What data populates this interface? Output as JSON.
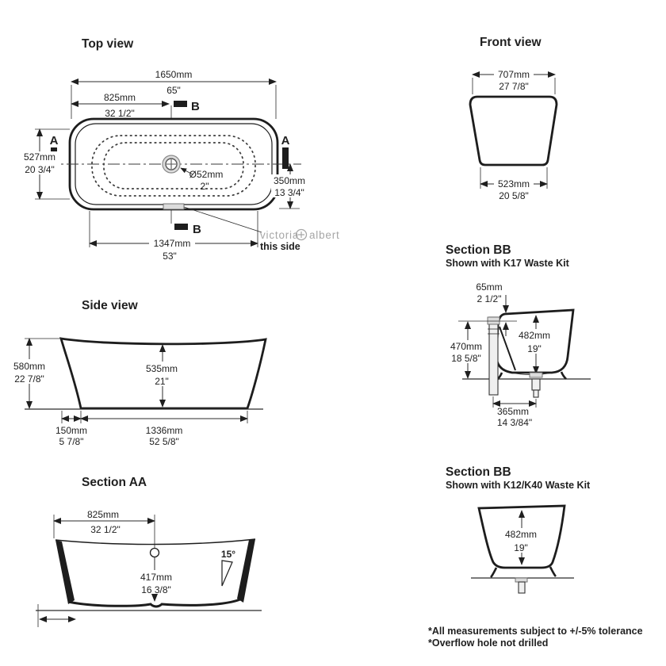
{
  "brand": {
    "victoria": "victoria",
    "albert": "albert",
    "this_side": "this side"
  },
  "views": {
    "top": {
      "title": "Top view",
      "a_label": "A",
      "b_label": "B",
      "dims": {
        "len_mm": "1650mm",
        "len_in": "65\"",
        "half_mm": "825mm",
        "half_in": "32 1/2\"",
        "width_mm": "527mm",
        "width_in": "20 3/4\"",
        "offset_mm": "350mm",
        "offset_in": "13 3/4\"",
        "drain_mm": "Ø52mm",
        "drain_in": "2\"",
        "base_mm": "1347mm",
        "base_in": "53\""
      }
    },
    "front": {
      "title": "Front view",
      "dims": {
        "top_mm": "707mm",
        "top_in": "27 7/8\"",
        "base_mm": "523mm",
        "base_in": "20 5/8\""
      }
    },
    "side": {
      "title": "Side view",
      "dims": {
        "height_mm": "580mm",
        "height_in": "22 7/8\"",
        "inner_mm": "535mm",
        "inner_in": "21\"",
        "toe_mm": "150mm",
        "toe_in": "5 7/8\"",
        "base_mm": "1336mm",
        "base_in": "52 5/8\""
      }
    },
    "section_aa": {
      "title": "Section AA",
      "dims": {
        "center_mm": "825mm",
        "center_in": "32 1/2\"",
        "depth_mm": "417mm",
        "depth_in": "16 3/8\"",
        "angle": "15°"
      }
    },
    "section_bb_k17": {
      "title": "Section BB",
      "subtitle": "Shown with K17 Waste Kit",
      "dims": {
        "overflow_mm": "65mm",
        "overflow_in": "2 1/2\"",
        "height_mm": "470mm",
        "height_in": "18 5/8\"",
        "depth_mm": "482mm",
        "depth_in": "19\"",
        "waste_mm": "365mm",
        "waste_in": "14 3/84\""
      }
    },
    "section_bb_k12": {
      "title": "Section BB",
      "subtitle": "Shown with K12/K40 Waste Kit",
      "dims": {
        "depth_mm": "482mm",
        "depth_in": "19\""
      }
    }
  },
  "footnotes": [
    "*All measurements subject to +/-5% tolerance",
    "*Overflow hole not drilled"
  ],
  "colors": {
    "ink": "#1f1f1f",
    "logo_gray": "#a6a6a6"
  }
}
